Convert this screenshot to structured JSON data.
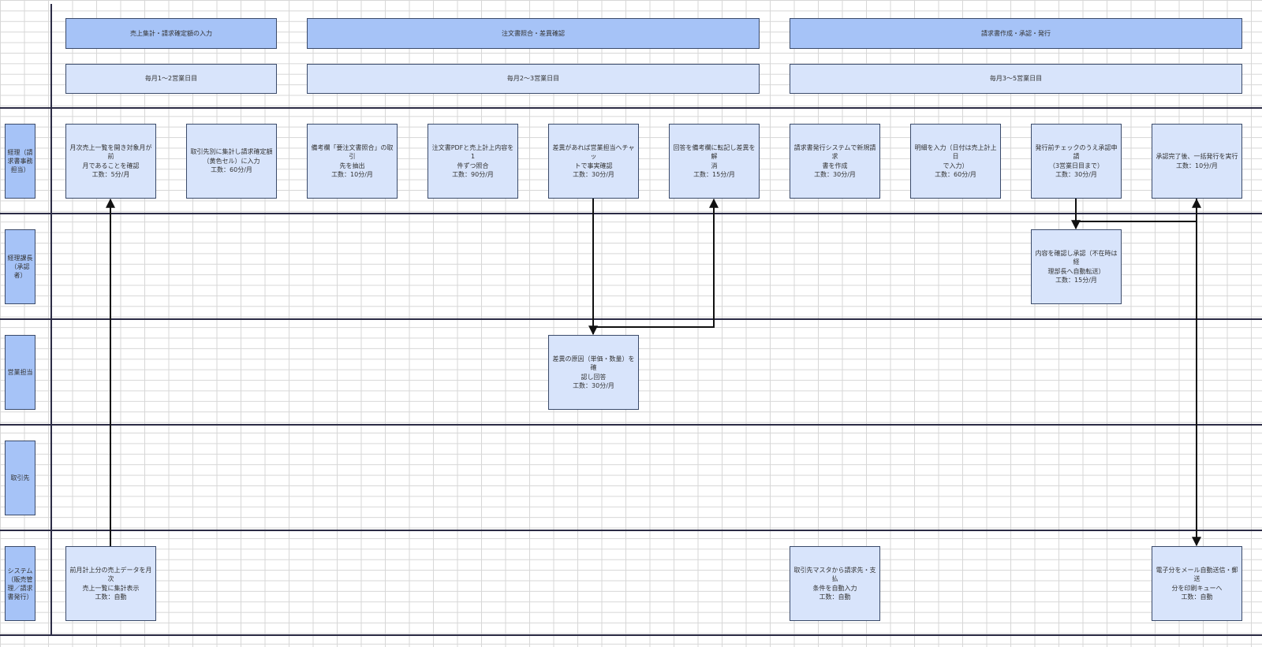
{
  "phases": [
    {
      "label": "売上集計・請求確定額の入力",
      "period": "毎月1〜2営業日目"
    },
    {
      "label": "注文書照合・差異確認",
      "period": "毎月2〜3営業日目"
    },
    {
      "label": "請求書作成・承認・発行",
      "period": "毎月3〜5営業日目"
    }
  ],
  "lanes": [
    {
      "label": "経理（請\n求書事務\n担当）"
    },
    {
      "label": "経理課長\n（承認\n者）"
    },
    {
      "label": "営業担当"
    },
    {
      "label": "取引先"
    },
    {
      "label": "システム\n（販売管\n理／請求\n書発行）"
    }
  ],
  "tasks": {
    "t1": "月次売上一覧を開き対象月が前\n月であることを確認\n工数：5分/月",
    "t2": "取引先別に集計し請求確定額\n（黄色セル）に入力\n工数：60分/月",
    "t3": "備考欄「要注文書照合」の取引\n先を抽出\n工数：10分/月",
    "t4": "注文書PDFと売上計上内容を1\n件ずつ照合\n工数：90分/月",
    "t5": "差異があれば営業担当へチャッ\nトで事実確認\n工数：30分/月",
    "t6": "回答を備考欄に転記し差異を解\n消\n工数：15分/月",
    "t7": "請求書発行システムで新規請求\n書を作成\n工数：30分/月",
    "t8": "明細を入力（日付は売上計上日\nで入力）\n工数：60分/月",
    "t9": "発行前チェックのうえ承認申請\n（3営業日目まで）\n工数：30分/月",
    "t10": "承認完了後、一括発行を実行\n工数：10分/月",
    "m1": "内容を確認し承認（不在時は経\n理部長へ自動転送）\n工数：15分/月",
    "s1": "差異の原因（単価・数量）を確\n認し回答\n工数：30分/月",
    "y1": "前月計上分の売上データを月次\n売上一覧に集計表示\n工数：自動",
    "y2": "取引先マスタから請求先・支払\n条件を自動入力\n工数：自動",
    "y3": "電子分をメール自動送信・郵送\n分を印刷キューへ\n工数：自動"
  }
}
